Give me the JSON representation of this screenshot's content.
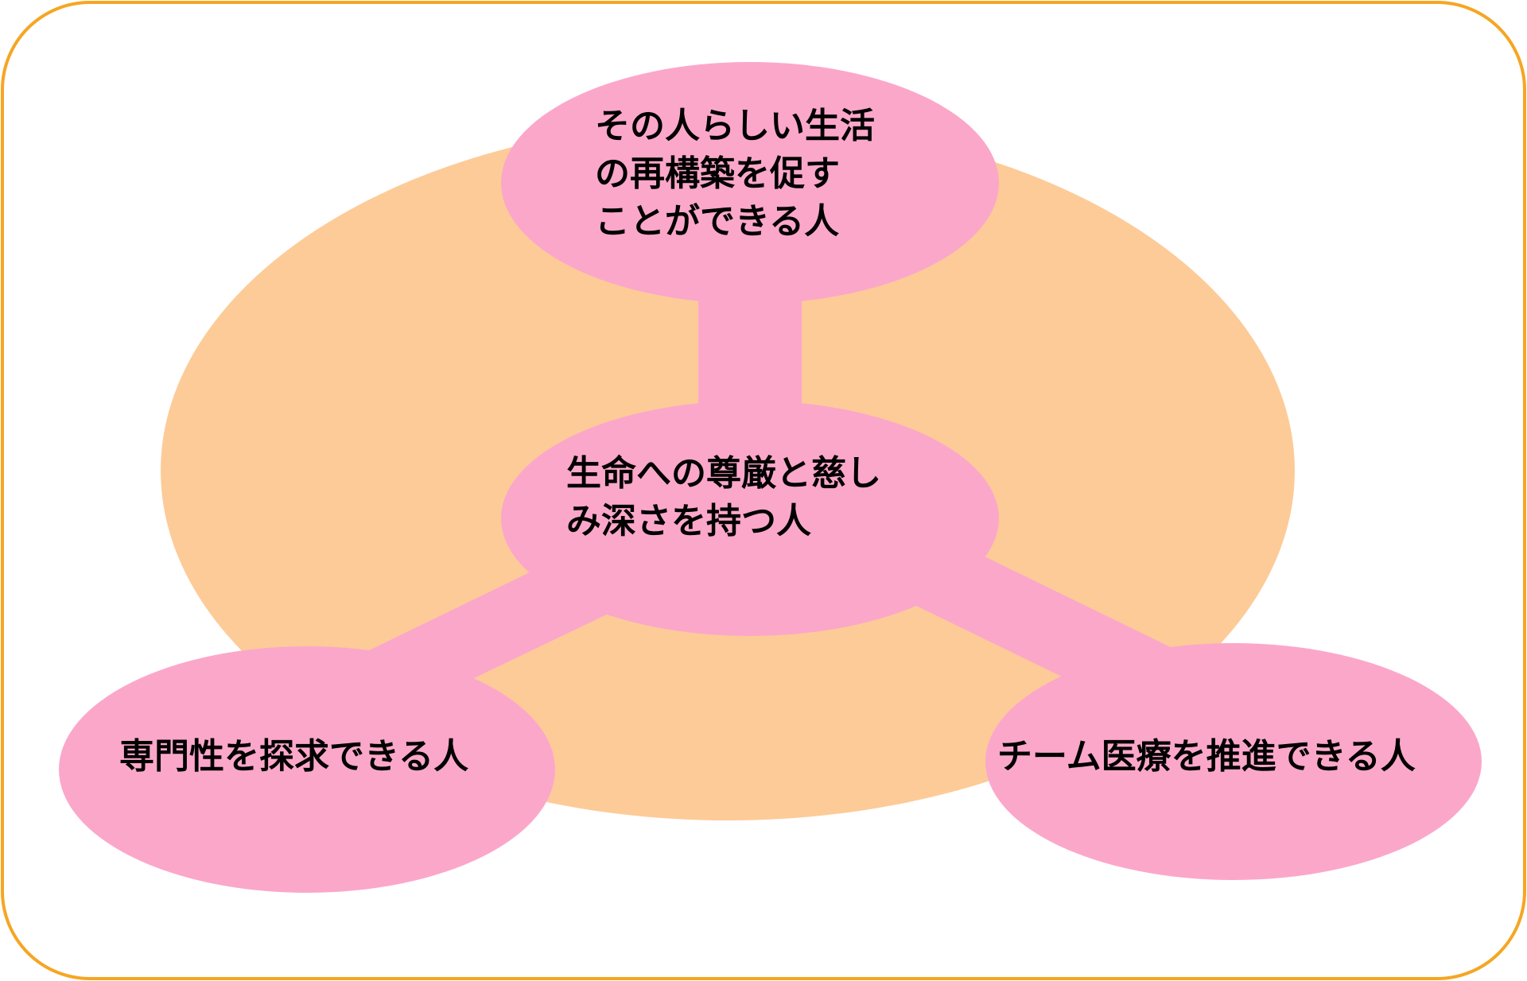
{
  "colors": {
    "frame_border": "#f5a623",
    "background": "#ffffff",
    "outer_ellipse": "#fdcb98",
    "node_fill": "#fba7ca",
    "text": "#000000"
  },
  "nodes": {
    "top": {
      "lines": [
        "その人らしい生活",
        "の再構築を促す",
        "ことができる人"
      ]
    },
    "center": {
      "lines": [
        "生命への尊厳と慈し",
        "み深さを持つ人"
      ]
    },
    "left": {
      "lines": [
        "専門性を探求できる人"
      ]
    },
    "right": {
      "lines": [
        "チーム医療を推進できる人"
      ]
    }
  }
}
